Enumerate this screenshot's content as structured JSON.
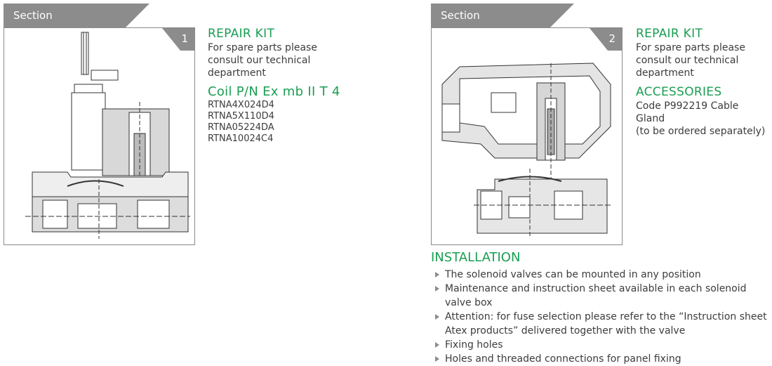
{
  "panel1": {
    "tab": "Section",
    "number": "1",
    "repair_title": "REPAIR KIT",
    "repair_text": [
      "For spare parts please",
      "consult our technical",
      "department"
    ],
    "coil_title": "Coil P/N Ex mb II T 4",
    "coil_codes": [
      "RTNA4X024D4",
      "RTNA5X110D4",
      "RTNA05224DA",
      "RTNA10024C4"
    ]
  },
  "panel2": {
    "tab": "Section",
    "number": "2",
    "repair_title": "REPAIR KIT",
    "repair_text": [
      "For spare parts please",
      "consult our technical",
      "department"
    ],
    "acc_title": "ACCESSORIES",
    "acc_text": [
      "Code P992219 Cable Gland",
      "(to be ordered separately)"
    ]
  },
  "installation": {
    "title": "INSTALLATION",
    "items": [
      "The solenoid valves can be mounted in any position",
      "Maintenance and instruction sheet available in each solenoid valve box",
      "Attention: for fuse selection please refer to the “Instruction sheet",
      "Atex products” delivered together with the valve",
      "Fixing holes",
      "Holes and threaded connections for panel fixing"
    ]
  },
  "colors": {
    "accent": "#1a9e52",
    "tab": "#8c8c8c",
    "text": "#3c3c3c"
  }
}
